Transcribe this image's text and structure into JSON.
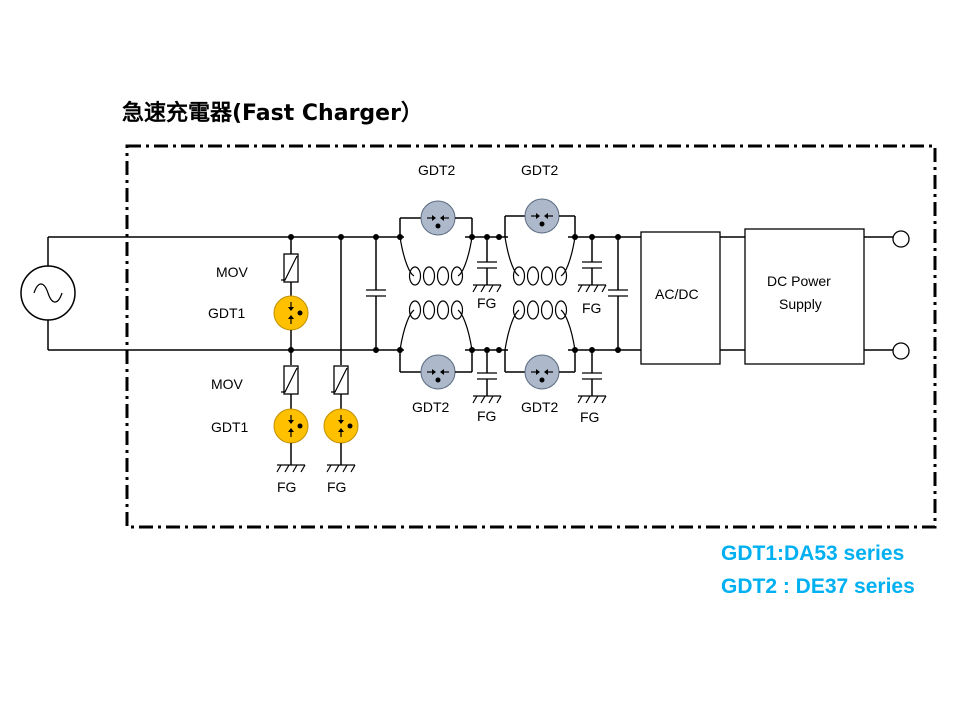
{
  "title": "急速充電器(Fast Charger）",
  "labels": {
    "mov": "MOV",
    "gdt1": "GDT1",
    "gdt2": "GDT2",
    "fg": "FG",
    "acdc": "AC/DC",
    "dc_power_line1": "DC Power",
    "dc_power_line2": "Supply"
  },
  "notes": {
    "gdt1_series": "GDT1:DA53 series",
    "gdt2_series": "GDT2 : DE37 series"
  },
  "colors": {
    "gdt1_fill": "#FFC000",
    "gdt2_fill": "#ADB9CA",
    "note_text": "#00B0F0"
  }
}
